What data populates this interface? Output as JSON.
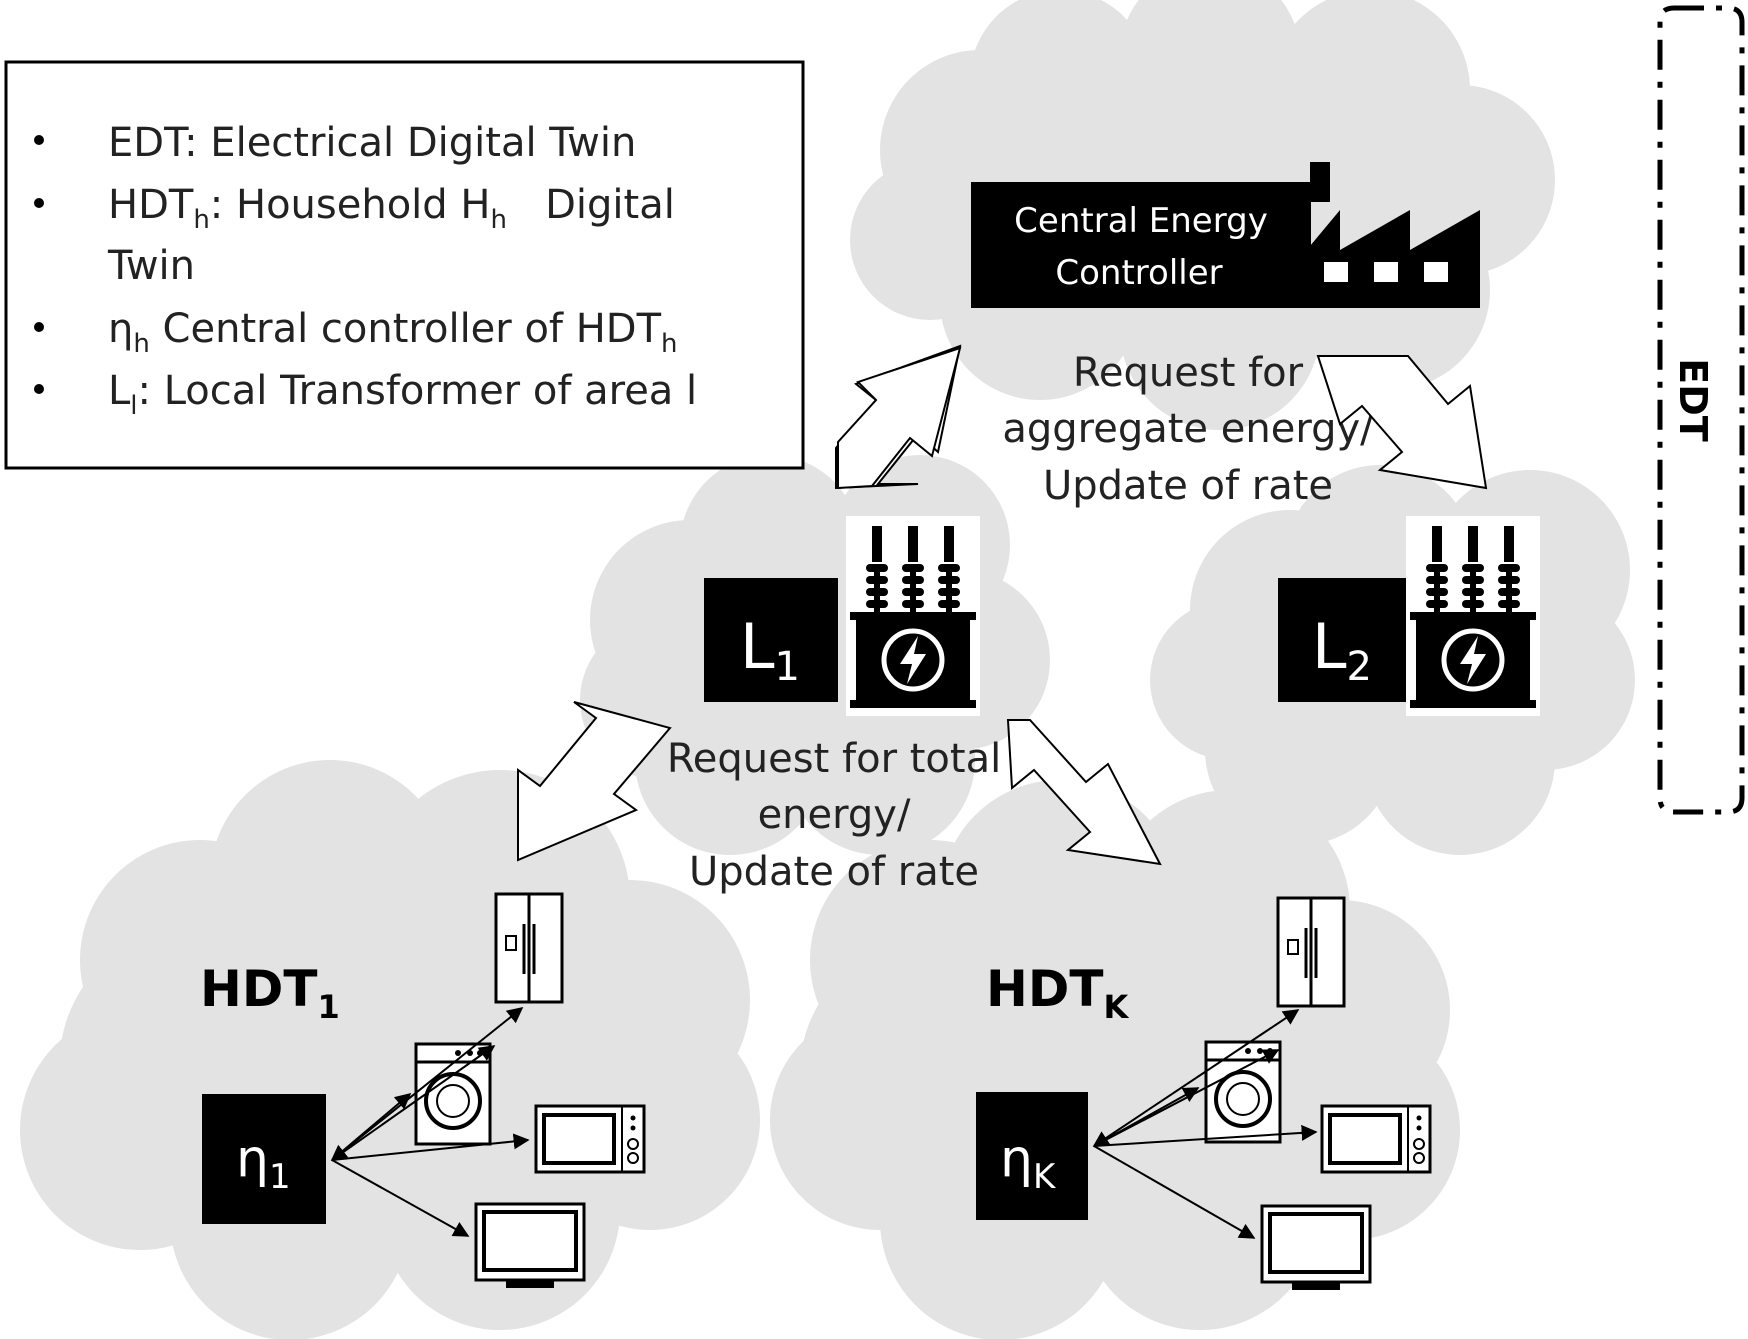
{
  "legend": {
    "items": [
      {
        "main": "EDT: Electrical  Digital Twin"
      },
      {
        "a": "HDT",
        "a_sub": "h",
        "b": ": Household H",
        "b_sub": "h",
        "c": "   Digital",
        "line2": "Twin"
      },
      {
        "a": "η",
        "a_sub": "h",
        "b": " Central controller  of HDT",
        "b_sub": "h"
      },
      {
        "a": "L",
        "a_sub": "l",
        "b": ": Local Transformer  of area l"
      }
    ]
  },
  "edt_label": "EDT",
  "central": {
    "line1": "Central Energy",
    "line2": "Controller"
  },
  "request_top": {
    "line1": "Request for",
    "line2": "aggregate energy/",
    "line3": "Update of rate"
  },
  "request_mid": {
    "line1": "Request for total",
    "line2": "energy/",
    "line3": "Update of rate"
  },
  "transformers": [
    {
      "letter": "L",
      "sub": "1"
    },
    {
      "letter": "L",
      "sub": "2"
    }
  ],
  "households": [
    {
      "title": "HDT",
      "title_sub": "1",
      "controller": "η",
      "controller_sub": "1"
    },
    {
      "title": "HDT",
      "title_sub": "K",
      "controller": "η",
      "controller_sub": "K"
    }
  ],
  "colors": {
    "cloud": "#e3e3e3",
    "box": "#000000"
  }
}
